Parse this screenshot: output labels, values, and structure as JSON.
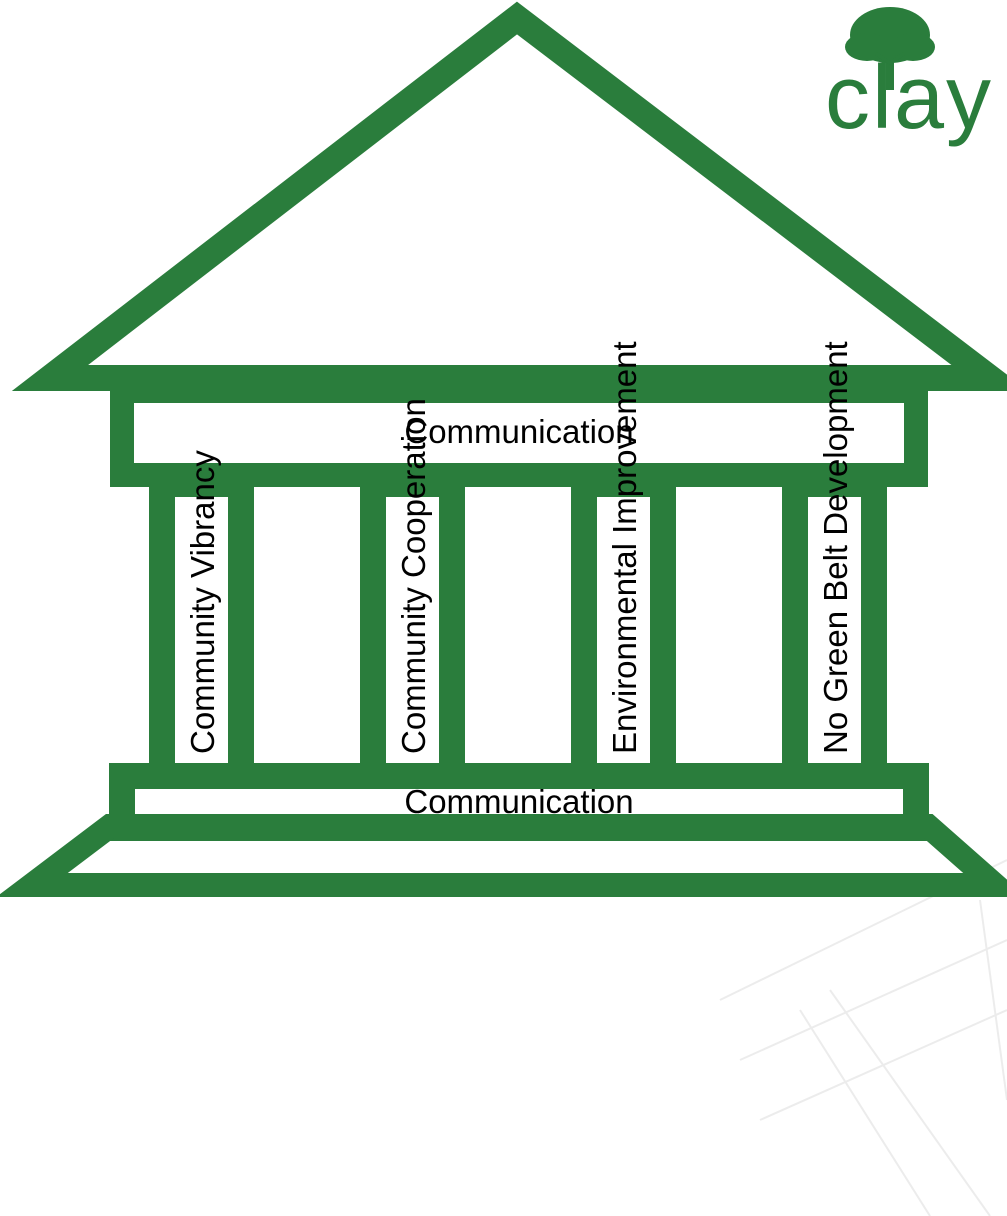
{
  "colors": {
    "frame": "#2a7d3c",
    "text": "#000000",
    "background": "#ffffff"
  },
  "logo": {
    "text": "clay",
    "icon": "tree-icon"
  },
  "architrave": {
    "label": "Communication"
  },
  "base": {
    "label": "Communication"
  },
  "pillars": [
    {
      "label": "Community Vibrancy"
    },
    {
      "label": "Community Cooperation"
    },
    {
      "label": "Environmental Improvement"
    },
    {
      "label": "No Green Belt Development"
    }
  ]
}
